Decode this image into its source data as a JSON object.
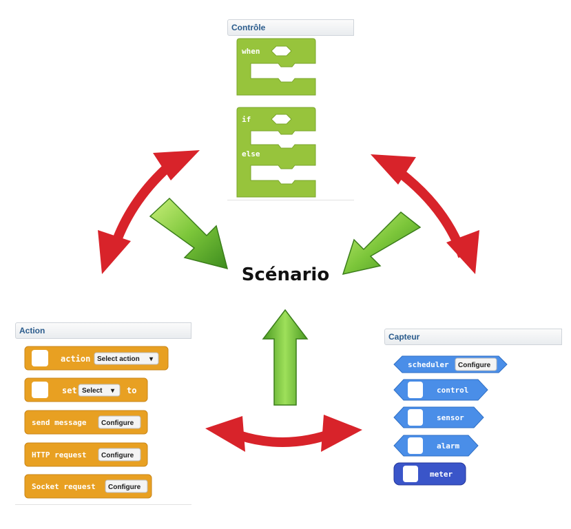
{
  "center": {
    "label": "Scénario"
  },
  "controle": {
    "header": "Contrôle",
    "when_label": "when",
    "if_label": "if",
    "else_label": "else"
  },
  "action": {
    "header": "Action",
    "blocks": [
      {
        "text": "action",
        "control": "Select action",
        "dropdown": true
      },
      {
        "text": "set",
        "control": "Select",
        "dropdown": true,
        "suffix": "to"
      },
      {
        "text": "send message",
        "control": "Configure"
      },
      {
        "text": "HTTP request",
        "control": "Configure"
      },
      {
        "text": "Socket request",
        "control": "Configure"
      }
    ]
  },
  "capteur": {
    "header": "Capteur",
    "blocks": [
      {
        "text": "scheduler",
        "control": "Configure"
      },
      {
        "text": "control"
      },
      {
        "text": "sensor"
      },
      {
        "text": "alarm"
      },
      {
        "text": "meter"
      }
    ]
  },
  "colors": {
    "control_green": "#97c43c",
    "action_orange": "#e8a022",
    "sensor_blue": "#4a8ee8",
    "meter_blue": "#3a55c9",
    "arrow_red": "#d8232a",
    "arrow_green": "#5cb22a"
  }
}
